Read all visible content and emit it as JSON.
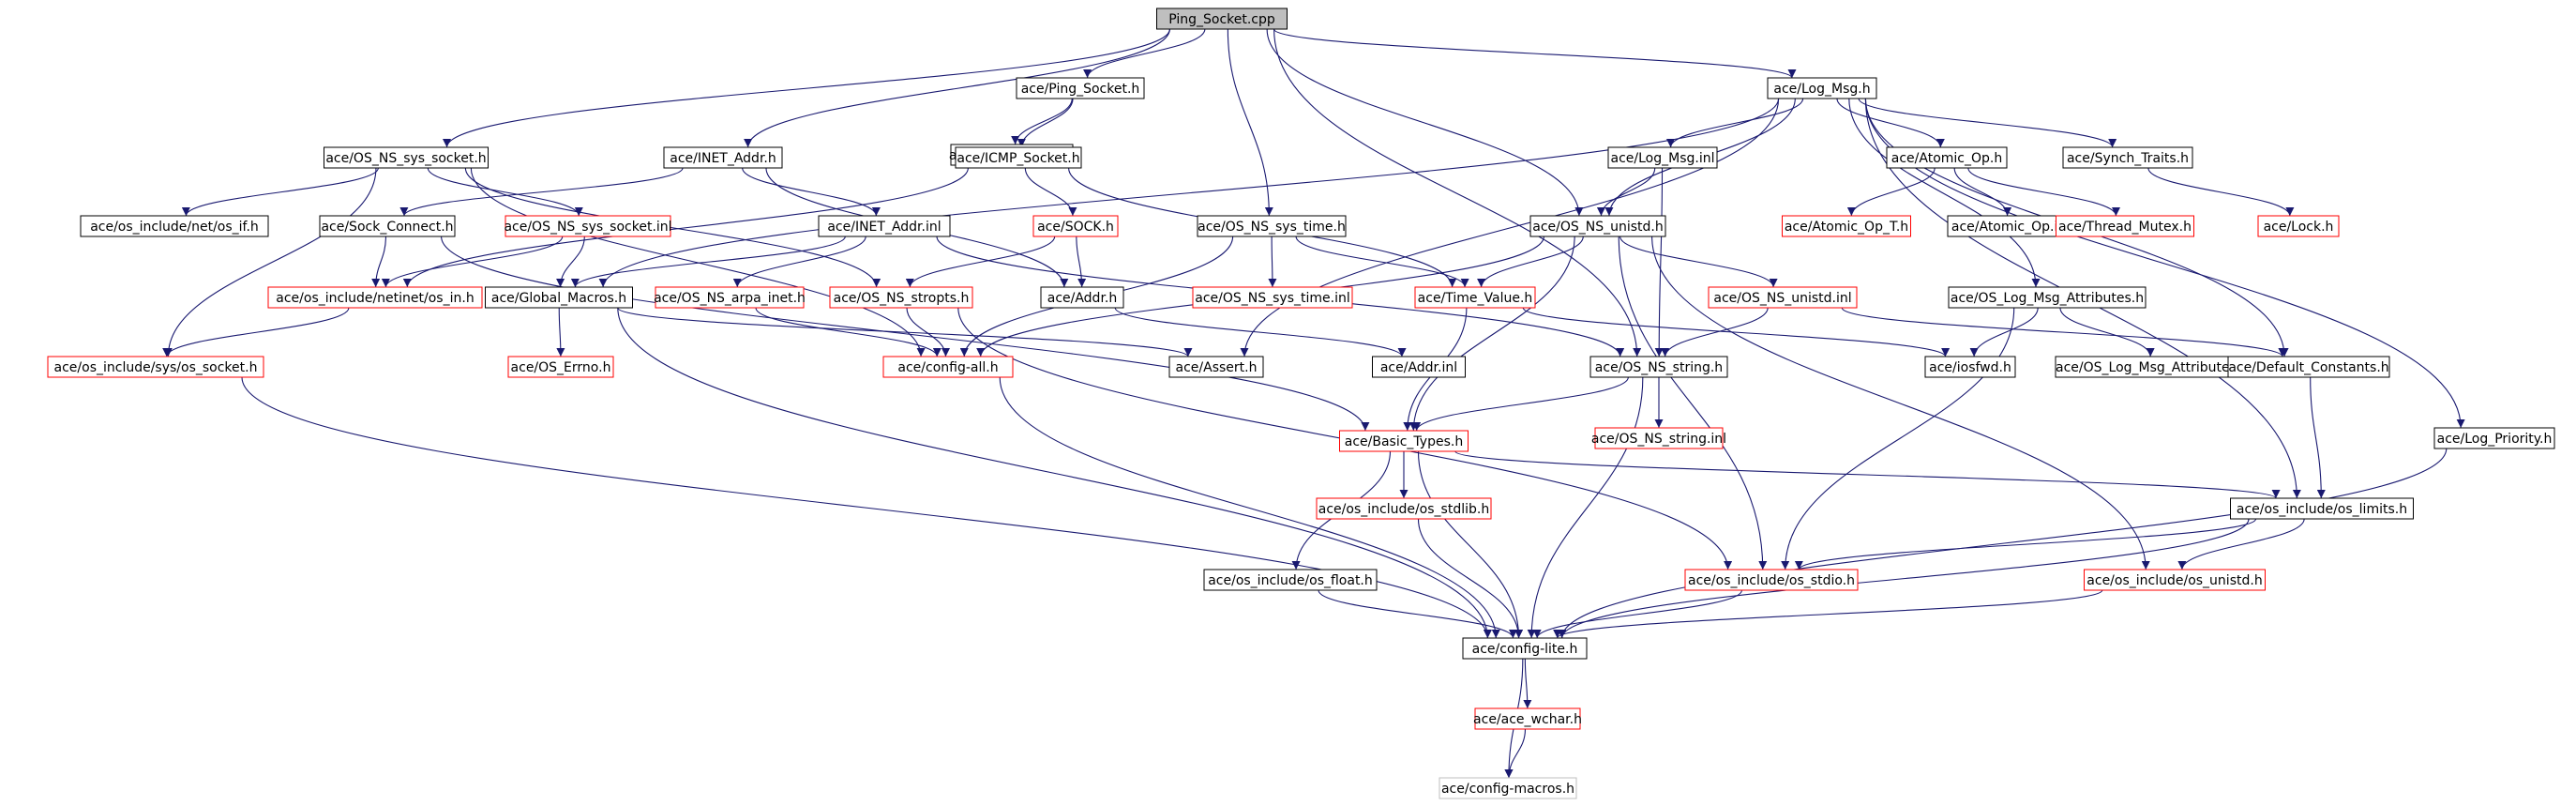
{
  "colors": {
    "root_fill": "#bfbfbf",
    "root_border": "#000000",
    "file_border": "#000000",
    "truncated_border": "#ff0000",
    "faded_border": "#bfbfbf",
    "faded_text": "#555555",
    "edge": "#191970"
  },
  "nodes": [
    {
      "id": "n0",
      "label": "Ping_Socket.cpp",
      "style": "root"
    },
    {
      "id": "n1",
      "label": "ace/Ping_Socket.h",
      "style": "normal"
    },
    {
      "id": "n2",
      "label": "ace/Log_Msg.h",
      "style": "normal"
    },
    {
      "id": "n3",
      "label": "ace/Ping_Socket.inl",
      "style": "normal"
    },
    {
      "id": "n4",
      "label": "ace/ICMP_Socket.h",
      "style": "normal"
    },
    {
      "id": "n5",
      "label": "ace/OS_NS_sys_socket.h",
      "style": "normal"
    },
    {
      "id": "n6",
      "label": "ace/INET_Addr.h",
      "style": "normal"
    },
    {
      "id": "n7",
      "label": "ace/Log_Msg.inl",
      "style": "normal"
    },
    {
      "id": "n8",
      "label": "ace/Atomic_Op.h",
      "style": "normal"
    },
    {
      "id": "n9",
      "label": "ace/Synch_Traits.h",
      "style": "normal"
    },
    {
      "id": "n10",
      "label": "ace/os_include/net/os_if.h",
      "style": "normal"
    },
    {
      "id": "n11",
      "label": "ace/Sock_Connect.h",
      "style": "normal"
    },
    {
      "id": "n12",
      "label": "ace/OS_NS_sys_socket.inl",
      "style": "truncated"
    },
    {
      "id": "n13",
      "label": "ace/INET_Addr.inl",
      "style": "normal"
    },
    {
      "id": "n14",
      "label": "ace/SOCK.h",
      "style": "truncated"
    },
    {
      "id": "n15",
      "label": "ace/OS_NS_sys_time.h",
      "style": "normal"
    },
    {
      "id": "n16",
      "label": "ace/OS_NS_unistd.h",
      "style": "normal"
    },
    {
      "id": "n17",
      "label": "ace/Atomic_Op_T.h",
      "style": "truncated"
    },
    {
      "id": "n18",
      "label": "ace/Atomic_Op.inl",
      "style": "normal"
    },
    {
      "id": "n19",
      "label": "ace/Thread_Mutex.h",
      "style": "truncated"
    },
    {
      "id": "n20",
      "label": "ace/Lock.h",
      "style": "truncated"
    },
    {
      "id": "n21",
      "label": "ace/os_include/netinet/os_in.h",
      "style": "truncated"
    },
    {
      "id": "n22",
      "label": "ace/Global_Macros.h",
      "style": "normal"
    },
    {
      "id": "n23",
      "label": "ace/OS_NS_arpa_inet.h",
      "style": "truncated"
    },
    {
      "id": "n24",
      "label": "ace/OS_NS_stropts.h",
      "style": "truncated"
    },
    {
      "id": "n25",
      "label": "ace/Addr.h",
      "style": "normal"
    },
    {
      "id": "n26",
      "label": "ace/OS_NS_sys_time.inl",
      "style": "truncated"
    },
    {
      "id": "n27",
      "label": "ace/Time_Value.h",
      "style": "truncated"
    },
    {
      "id": "n28",
      "label": "ace/OS_NS_unistd.inl",
      "style": "truncated"
    },
    {
      "id": "n29",
      "label": "ace/OS_Log_Msg_Attributes.h",
      "style": "normal"
    },
    {
      "id": "n30",
      "label": "ace/os_include/sys/os_socket.h",
      "style": "truncated"
    },
    {
      "id": "n31",
      "label": "ace/OS_Errno.h",
      "style": "truncated"
    },
    {
      "id": "n32",
      "label": "ace/config-all.h",
      "style": "truncated"
    },
    {
      "id": "n33",
      "label": "ace/Assert.h",
      "style": "normal"
    },
    {
      "id": "n34",
      "label": "ace/Addr.inl",
      "style": "normal"
    },
    {
      "id": "n35",
      "label": "ace/OS_NS_string.h",
      "style": "normal"
    },
    {
      "id": "n36",
      "label": "ace/iosfwd.h",
      "style": "normal"
    },
    {
      "id": "n37",
      "label": "ace/OS_Log_Msg_Attributes.inl",
      "style": "normal"
    },
    {
      "id": "n38",
      "label": "ace/Default_Constants.h",
      "style": "normal"
    },
    {
      "id": "n39",
      "label": "ace/Basic_Types.h",
      "style": "truncated"
    },
    {
      "id": "n40",
      "label": "ace/OS_NS_string.inl",
      "style": "truncated"
    },
    {
      "id": "n41",
      "label": "ace/Log_Priority.h",
      "style": "normal"
    },
    {
      "id": "n42",
      "label": "ace/os_include/os_stdlib.h",
      "style": "truncated"
    },
    {
      "id": "n43",
      "label": "ace/os_include/os_limits.h",
      "style": "normal"
    },
    {
      "id": "n44",
      "label": "ace/os_include/os_float.h",
      "style": "normal"
    },
    {
      "id": "n45",
      "label": "ace/os_include/os_stdio.h",
      "style": "truncated"
    },
    {
      "id": "n46",
      "label": "ace/os_include/os_unistd.h",
      "style": "truncated"
    },
    {
      "id": "n47",
      "label": "ace/config-lite.h",
      "style": "normal"
    },
    {
      "id": "n48",
      "label": "ace/ace_wchar.h",
      "style": "truncated"
    },
    {
      "id": "n49",
      "label": "ace/config-macros.h",
      "style": "faded"
    }
  ],
  "edges": [
    [
      "n0",
      "n1"
    ],
    [
      "n0",
      "n2"
    ],
    [
      "n0",
      "n5"
    ],
    [
      "n0",
      "n6"
    ],
    [
      "n0",
      "n15"
    ],
    [
      "n0",
      "n16"
    ],
    [
      "n0",
      "n35"
    ],
    [
      "n1",
      "n3"
    ],
    [
      "n1",
      "n4"
    ],
    [
      "n2",
      "n7"
    ],
    [
      "n2",
      "n8"
    ],
    [
      "n2",
      "n9"
    ],
    [
      "n2",
      "n16"
    ],
    [
      "n2",
      "n22"
    ],
    [
      "n2",
      "n29"
    ],
    [
      "n2",
      "n33"
    ],
    [
      "n2",
      "n38"
    ],
    [
      "n2",
      "n41"
    ],
    [
      "n2",
      "n43"
    ],
    [
      "n4",
      "n14"
    ],
    [
      "n4",
      "n21"
    ],
    [
      "n4",
      "n27"
    ],
    [
      "n5",
      "n10"
    ],
    [
      "n5",
      "n12"
    ],
    [
      "n5",
      "n24"
    ],
    [
      "n5",
      "n30"
    ],
    [
      "n5",
      "n32"
    ],
    [
      "n6",
      "n11"
    ],
    [
      "n6",
      "n13"
    ],
    [
      "n6",
      "n25"
    ],
    [
      "n7",
      "n16"
    ],
    [
      "n7",
      "n35"
    ],
    [
      "n8",
      "n17"
    ],
    [
      "n8",
      "n18"
    ],
    [
      "n8",
      "n19"
    ],
    [
      "n9",
      "n20"
    ],
    [
      "n11",
      "n21"
    ],
    [
      "n11",
      "n39"
    ],
    [
      "n12",
      "n21"
    ],
    [
      "n12",
      "n22"
    ],
    [
      "n13",
      "n22"
    ],
    [
      "n13",
      "n23"
    ],
    [
      "n13",
      "n35"
    ],
    [
      "n14",
      "n24"
    ],
    [
      "n14",
      "n25"
    ],
    [
      "n15",
      "n26"
    ],
    [
      "n15",
      "n27"
    ],
    [
      "n15",
      "n32"
    ],
    [
      "n16",
      "n27"
    ],
    [
      "n16",
      "n28"
    ],
    [
      "n16",
      "n32"
    ],
    [
      "n16",
      "n39"
    ],
    [
      "n16",
      "n45"
    ],
    [
      "n16",
      "n46"
    ],
    [
      "n21",
      "n30"
    ],
    [
      "n22",
      "n31"
    ],
    [
      "n22",
      "n33"
    ],
    [
      "n22",
      "n47"
    ],
    [
      "n23",
      "n32"
    ],
    [
      "n24",
      "n32"
    ],
    [
      "n24",
      "n45"
    ],
    [
      "n25",
      "n34"
    ],
    [
      "n27",
      "n36"
    ],
    [
      "n27",
      "n39"
    ],
    [
      "n28",
      "n35"
    ],
    [
      "n28",
      "n38"
    ],
    [
      "n29",
      "n36"
    ],
    [
      "n29",
      "n37"
    ],
    [
      "n29",
      "n45"
    ],
    [
      "n30",
      "n47"
    ],
    [
      "n32",
      "n47"
    ],
    [
      "n35",
      "n39"
    ],
    [
      "n35",
      "n40"
    ],
    [
      "n35",
      "n47"
    ],
    [
      "n38",
      "n43"
    ],
    [
      "n39",
      "n42"
    ],
    [
      "n39",
      "n43"
    ],
    [
      "n39",
      "n44"
    ],
    [
      "n39",
      "n47"
    ],
    [
      "n41",
      "n47"
    ],
    [
      "n42",
      "n47"
    ],
    [
      "n43",
      "n45"
    ],
    [
      "n43",
      "n46"
    ],
    [
      "n43",
      "n47"
    ],
    [
      "n44",
      "n47"
    ],
    [
      "n45",
      "n47"
    ],
    [
      "n46",
      "n47"
    ],
    [
      "n47",
      "n48"
    ],
    [
      "n47",
      "n49"
    ],
    [
      "n48",
      "n49"
    ]
  ]
}
